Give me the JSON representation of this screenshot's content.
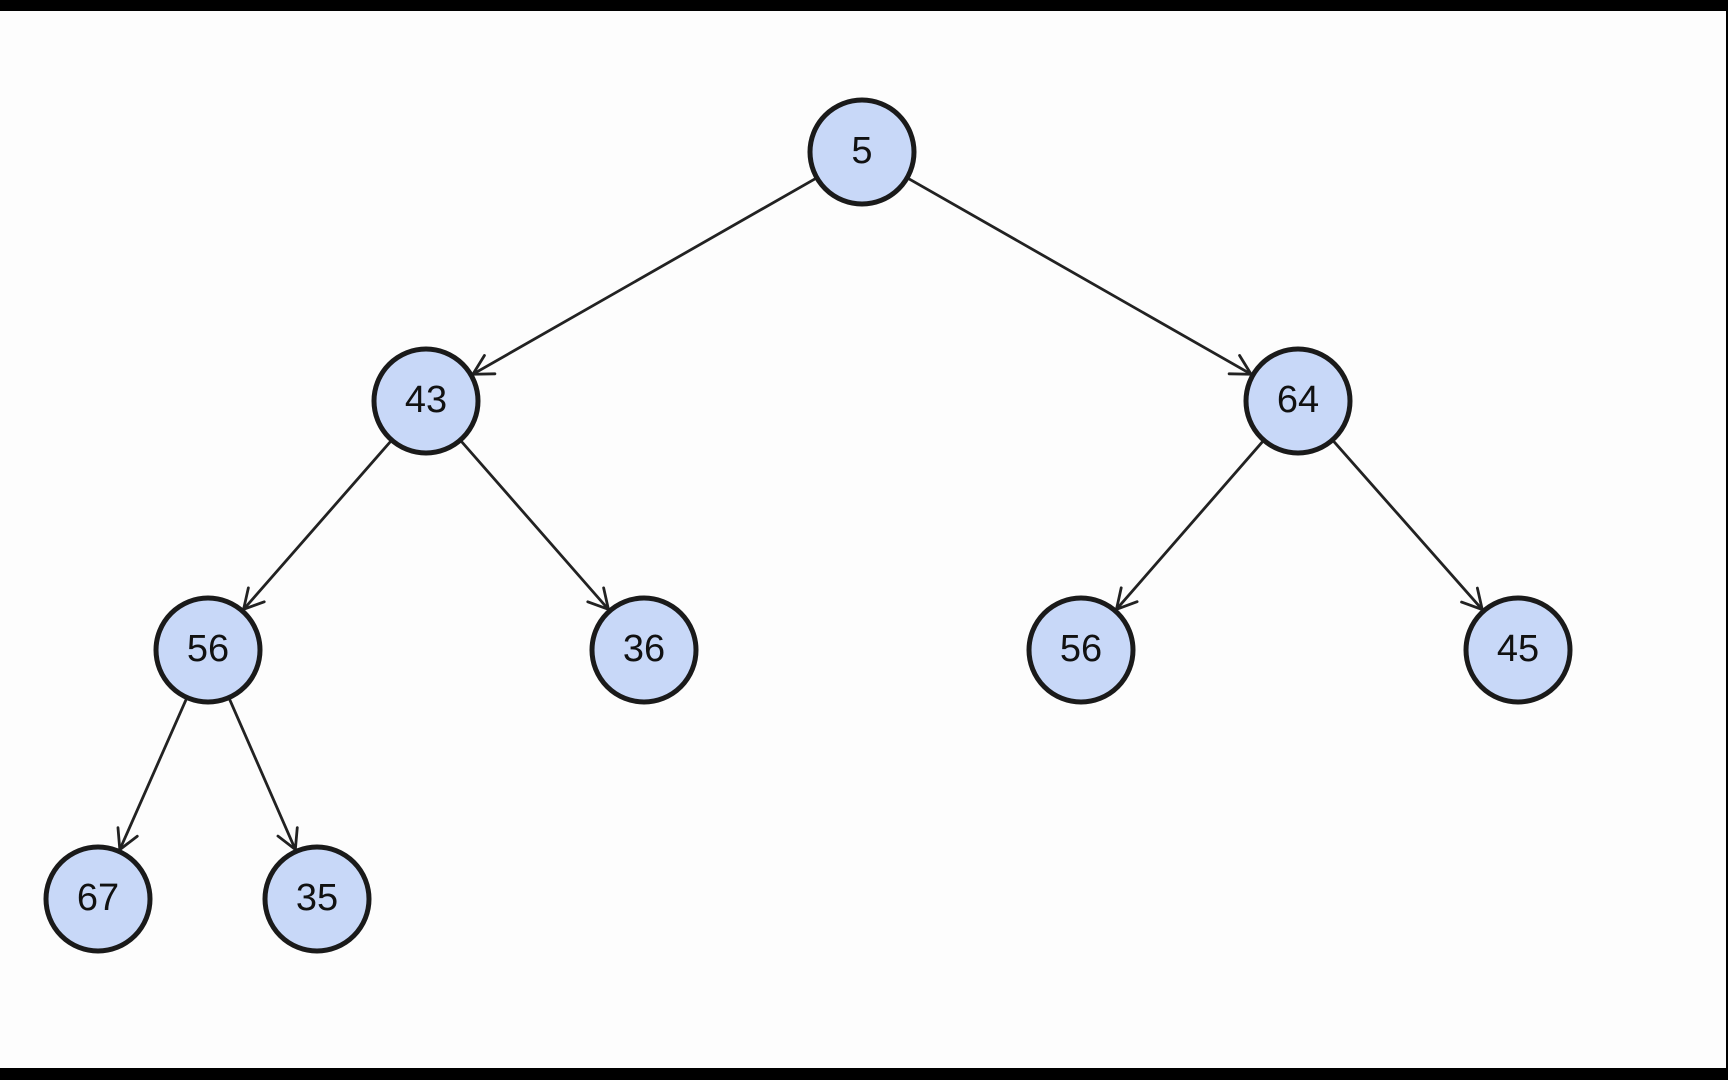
{
  "diagram": {
    "type": "binary-tree",
    "colors": {
      "node_fill": "#c8d8f8",
      "node_stroke": "#1a1a1a",
      "edge": "#222222",
      "background": "#fdfdfd",
      "border": "#000000"
    },
    "nodes": [
      {
        "id": "n0",
        "label": "5",
        "parent": null
      },
      {
        "id": "n1",
        "label": "43",
        "parent": "n0"
      },
      {
        "id": "n2",
        "label": "64",
        "parent": "n0"
      },
      {
        "id": "n3",
        "label": "56",
        "parent": "n1"
      },
      {
        "id": "n4",
        "label": "36",
        "parent": "n1"
      },
      {
        "id": "n5",
        "label": "56",
        "parent": "n2"
      },
      {
        "id": "n6",
        "label": "45",
        "parent": "n2"
      },
      {
        "id": "n7",
        "label": "67",
        "parent": "n3"
      },
      {
        "id": "n8",
        "label": "35",
        "parent": "n3"
      }
    ]
  }
}
